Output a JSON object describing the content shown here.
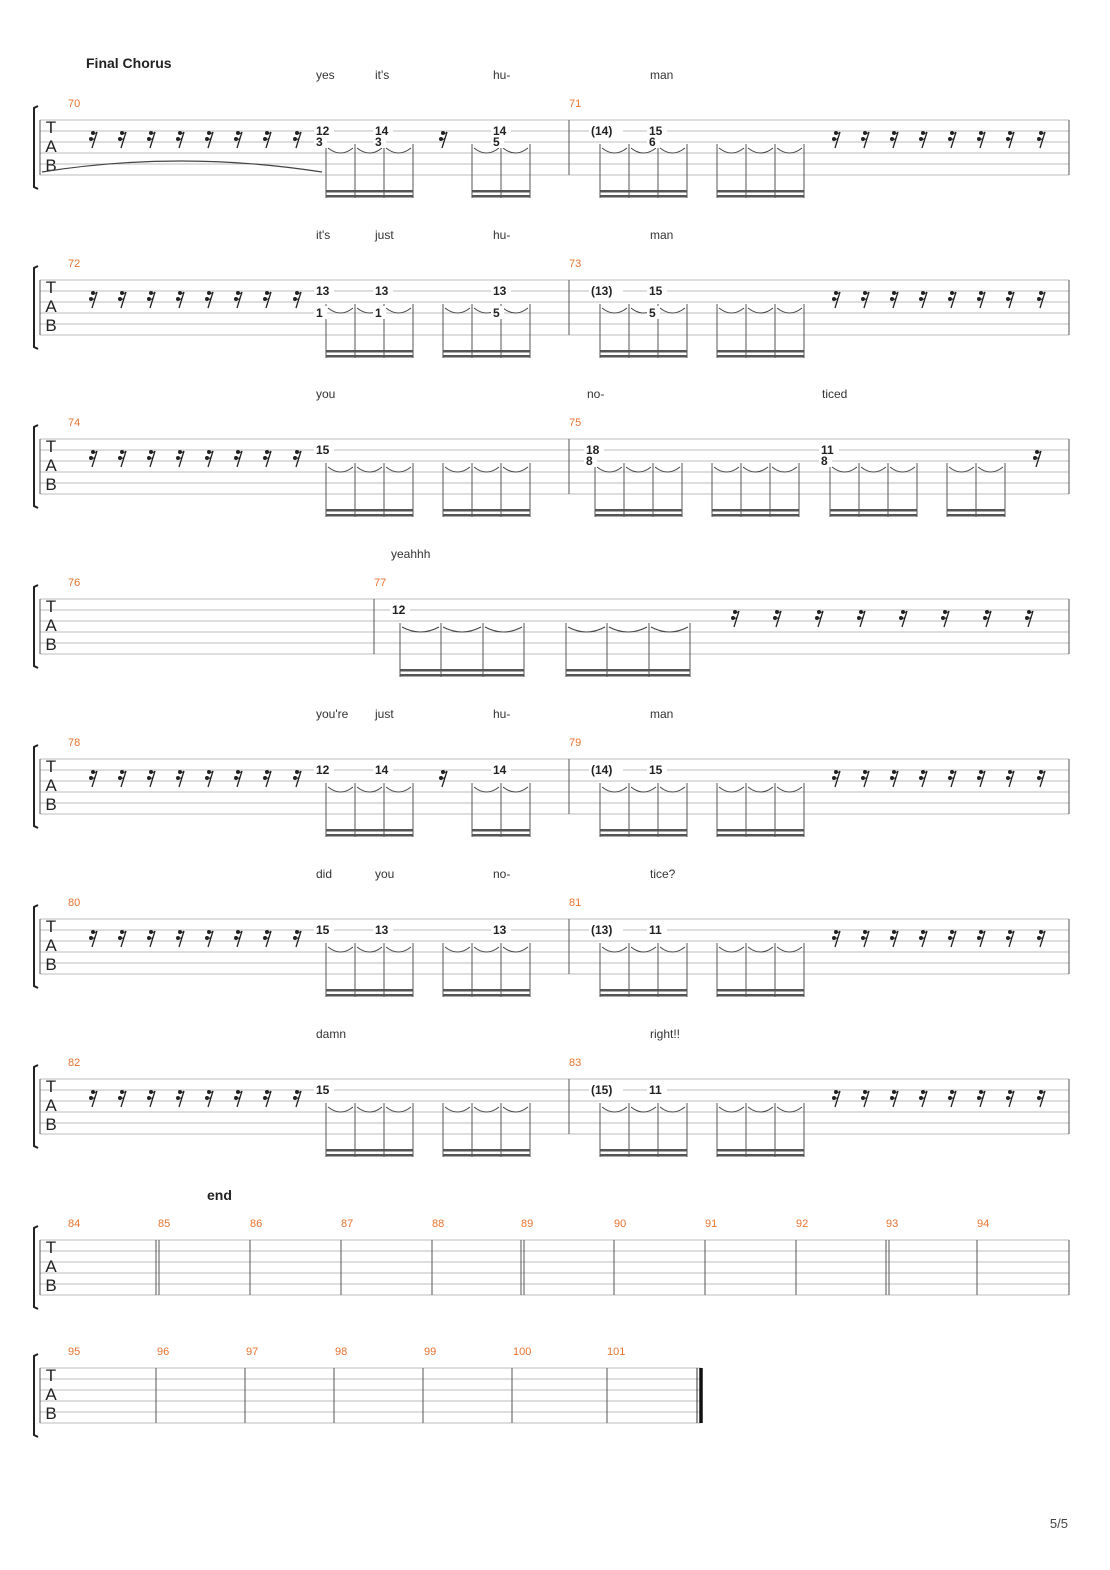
{
  "page": {
    "number": "5/5"
  },
  "sections": {
    "final_chorus": "Final Chorus",
    "end": "end"
  },
  "tab_clef": [
    "T",
    "A",
    "B"
  ],
  "systems": [
    {
      "measures": [
        "70",
        "71"
      ],
      "lyrics": [
        "yes",
        "it's",
        "hu-",
        "man"
      ],
      "notes": [
        {
          "s": 2,
          "f": "12"
        },
        {
          "s": 3,
          "f": "3"
        },
        {
          "s": 2,
          "f": "14"
        },
        {
          "s": 3,
          "f": "3"
        },
        {
          "s": 2,
          "f": "14"
        },
        {
          "s": 3,
          "f": "5"
        },
        {
          "s": 2,
          "f": "(14)"
        },
        {
          "s": 2,
          "f": "15"
        },
        {
          "s": 3,
          "f": "6"
        }
      ]
    },
    {
      "measures": [
        "72",
        "73"
      ],
      "lyrics": [
        "it's",
        "just",
        "hu-",
        "man"
      ],
      "notes": [
        {
          "s": 2,
          "f": "13"
        },
        {
          "s": 4,
          "f": "1"
        },
        {
          "s": 2,
          "f": "13"
        },
        {
          "s": 4,
          "f": "1"
        },
        {
          "s": 2,
          "f": "13"
        },
        {
          "s": 4,
          "f": "5"
        },
        {
          "s": 2,
          "f": "(13)"
        },
        {
          "s": 2,
          "f": "15"
        },
        {
          "s": 4,
          "f": "5"
        }
      ]
    },
    {
      "measures": [
        "74",
        "75"
      ],
      "lyrics": [
        "you",
        "no-",
        "ticed"
      ],
      "notes": [
        {
          "s": 2,
          "f": "15"
        },
        {
          "s": 2,
          "f": "18"
        },
        {
          "s": 3,
          "f": "8"
        },
        {
          "s": 2,
          "f": "11"
        },
        {
          "s": 3,
          "f": "8"
        }
      ]
    },
    {
      "measures": [
        "76",
        "77"
      ],
      "lyrics": [
        "yeahhh"
      ],
      "notes": [
        {
          "s": 2,
          "f": "12"
        }
      ]
    },
    {
      "measures": [
        "78",
        "79"
      ],
      "lyrics": [
        "you're",
        "just",
        "hu-",
        "man"
      ],
      "notes": [
        {
          "s": 2,
          "f": "12"
        },
        {
          "s": 2,
          "f": "14"
        },
        {
          "s": 2,
          "f": "14"
        },
        {
          "s": 2,
          "f": "(14)"
        },
        {
          "s": 2,
          "f": "15"
        }
      ]
    },
    {
      "measures": [
        "80",
        "81"
      ],
      "lyrics": [
        "did",
        "you",
        "no-",
        "tice?"
      ],
      "notes": [
        {
          "s": 2,
          "f": "15"
        },
        {
          "s": 2,
          "f": "13"
        },
        {
          "s": 2,
          "f": "13"
        },
        {
          "s": 2,
          "f": "(13)"
        },
        {
          "s": 2,
          "f": "11"
        }
      ]
    },
    {
      "measures": [
        "82",
        "83"
      ],
      "lyrics": [
        "damn",
        "right!!"
      ],
      "notes": [
        {
          "s": 2,
          "f": "15"
        },
        {
          "s": 2,
          "f": "(15)"
        },
        {
          "s": 2,
          "f": "11"
        }
      ]
    },
    {
      "measures": [
        "84",
        "85",
        "86",
        "87",
        "88",
        "89",
        "90",
        "91",
        "92",
        "93",
        "94"
      ],
      "lyrics": [],
      "notes": []
    },
    {
      "measures": [
        "95",
        "96",
        "97",
        "98",
        "99",
        "100",
        "101"
      ],
      "lyrics": [],
      "notes": []
    }
  ]
}
